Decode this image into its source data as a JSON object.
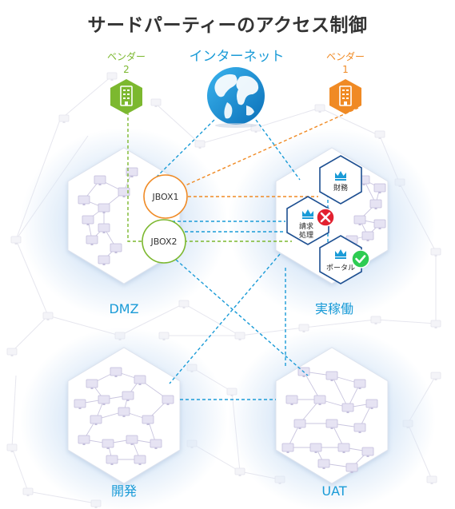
{
  "title": "サードパーティーのアクセス制御",
  "internet": {
    "label": "インターネット"
  },
  "vendor2": {
    "line1": "ベンダー",
    "line2": "2"
  },
  "vendor1": {
    "line1": "ベンダー",
    "line2": "1"
  },
  "zones": {
    "dmz": "DMZ",
    "production": "実稼働",
    "development": "開発",
    "uat": "UAT"
  },
  "jump_boxes": {
    "jbox1": "JBOX1",
    "jbox2": "JBOX2"
  },
  "services": {
    "finance": "財務",
    "billing_line1": "請求",
    "billing_line2": "処理",
    "portal": "ポータル"
  },
  "colors": {
    "blue": "#1a9bd7",
    "orange": "#f08a24",
    "green": "#7cb82f",
    "navy": "#1d4f91",
    "deny": "#e2202f",
    "allow": "#2ecc52"
  },
  "icons": {
    "vendor": "building-icon",
    "internet": "globe-icon",
    "service": "crown-icon",
    "deny": "x-circle-icon",
    "allow": "check-circle-icon"
  }
}
